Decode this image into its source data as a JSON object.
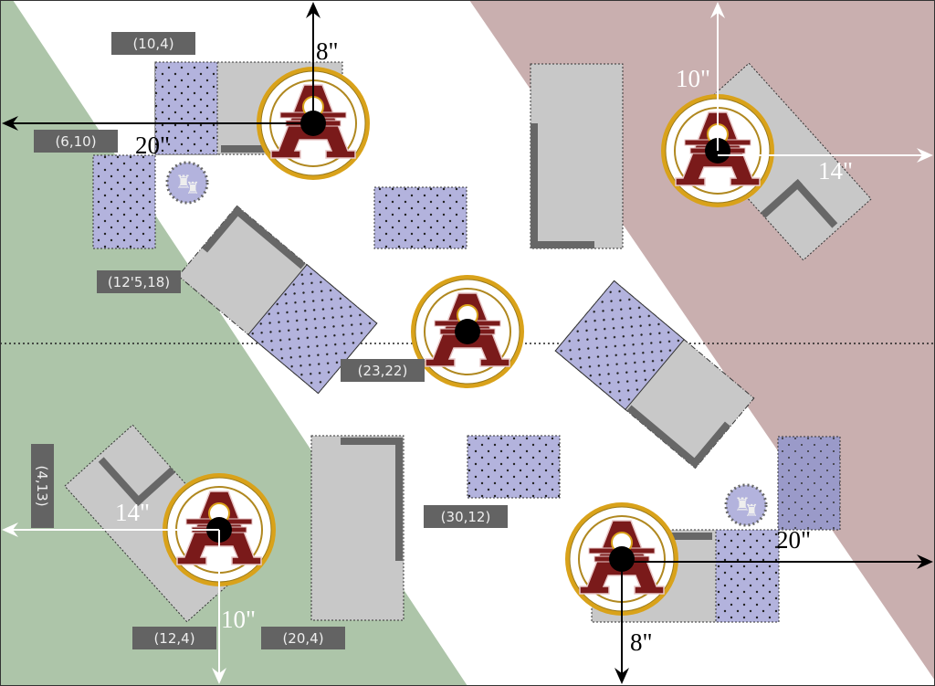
{
  "map": {
    "zones": [
      {
        "name": "green-deployment",
        "color": "#adc5a9"
      },
      {
        "name": "red-deployment",
        "color": "#c9afaf"
      }
    ],
    "coordinate_labels": [
      "(10,4)",
      "(6,10)",
      "(12'5,18)",
      "(23,22)",
      "(30,12)",
      "(4,13)",
      "(12,4)",
      "(20,4)"
    ],
    "measurements": {
      "tl_up": "8\"",
      "tl_left": "20\"",
      "tr_up": "10\"",
      "tr_right": "14\"",
      "bl_left": "14\"",
      "bl_down": "10\"",
      "br_right": "20\"",
      "br_down": "8\""
    },
    "colors": {
      "ruin": "#c8c8c8",
      "wall": "#676767",
      "forest": "#b3b3dd",
      "objective_maroon": "#7a1a1a",
      "objective_gold": "#d9a21a"
    }
  }
}
